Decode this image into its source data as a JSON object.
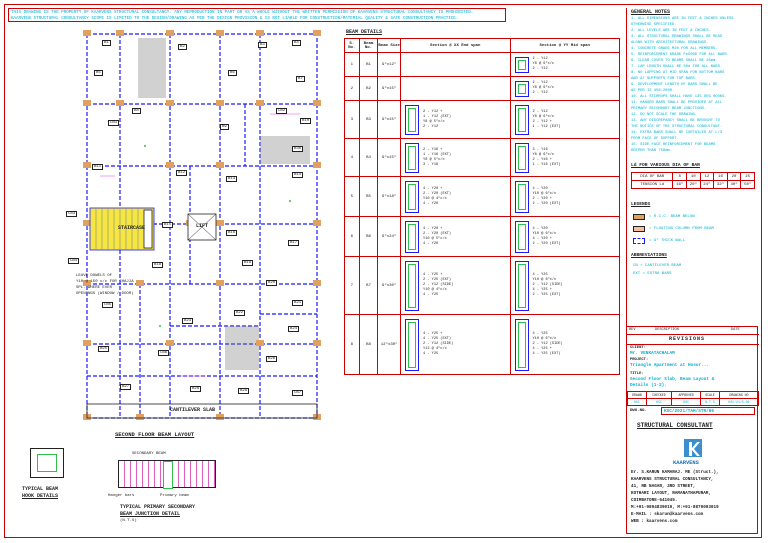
{
  "header": {
    "disclaimer_line1": "THIS DRAWING IS THE PROPERTY OF KAARVENS STRUCTURAL CONSULTANCY. ANY REPRODUCTION IN PART OR AS A WHOLE WITHOUT THE WRITTEN PERMISSION OF KAARVENS STRUCTURAL CONSULTANCY IS PROHIBITED.",
    "disclaimer_line2": "KAARVENS STRUCTURAL CONSULTANCY SCOPE IS LIMITED TO THE DESIGN/DRAWING AS PER THE DESIGN PROVISION & IS NOT LIABLE FOR CONSTRUCTION/MATERIAL QUALITY & SAFE CONSTRUCTION PRACTICE."
  },
  "plan": {
    "title": "SECOND FLOOR BEAM LAYOUT",
    "staircase": "STAIRCASE",
    "lift": "LIFT",
    "cantilever": "CANTILEVER SLAB",
    "note": [
      "LEAVE DOWELS OF",
      "Y10 @ 150 c/c FOR CHAJJA",
      "SPL. WHERE EVER",
      "OPENINGS (WINDOW / DOOR)"
    ],
    "beam_tags": [
      "B1",
      "B2",
      "B3",
      "B4",
      "B5",
      "B6",
      "B7",
      "B8",
      "CB1",
      "B9",
      "CB2",
      "B10",
      "B11",
      "B12",
      "B13",
      "B14",
      "CB3",
      "B15",
      "B16",
      "B17",
      "CB4",
      "B18",
      "B19",
      "B20",
      "B21",
      "CB5",
      "B22",
      "B23",
      "B24",
      "B25",
      "CB6",
      "B26",
      "B27",
      "B28",
      "CB7",
      "B29",
      "B30"
    ]
  },
  "details": {
    "hook_title": [
      "TYPICAL BEAM",
      "HOOK DETAILS"
    ],
    "junction_title": [
      "TYPICAL PRIMARY SECONDARY",
      "BEAM JUNCTION DETAIL"
    ],
    "junction_scale": "(N.T.S)",
    "secondary_beam": "SECONDARY BEAM",
    "hanger_bars": "Hanger bars",
    "primary_beam": "Primary beam"
  },
  "beam_details": {
    "title": "BEAM DETAILS",
    "headers": {
      "sno": "S. No.",
      "mark": "Beam No.",
      "size": "Beam Size",
      "section_a": "Section @ XX End span",
      "section_b": "Section @ YY Mid span"
    },
    "rows": [
      {
        "no": "1",
        "mark": "B1",
        "size": "9\"x12\"",
        "a": [],
        "b": [
          "2 - Y12",
          "Y8 @ 6\"c/c",
          "2 - Y12"
        ]
      },
      {
        "no": "2",
        "mark": "B2",
        "size": "9\"x15\"",
        "a": [],
        "b": [
          "2 - Y12",
          "Y8 @ 6\"c/c",
          "2 - Y12"
        ]
      },
      {
        "no": "3",
        "mark": "B3",
        "size": "9\"x15\"",
        "a": [
          "2 - Y12 +",
          "1 - Y12 (EXT)",
          "Y8 @ 5\"c/c",
          "2 - Y12"
        ],
        "b": [
          "2 - Y12",
          "Y8 @ 6\"c/c",
          "2 - Y12 +",
          "1 - Y12 (EXT)"
        ]
      },
      {
        "no": "4",
        "mark": "B4",
        "size": "9\"x15\"",
        "a": [
          "2 - Y16 +",
          "1 - Y16 (EXT)",
          "Y8 @ 5\"c/c",
          "3 - Y16"
        ],
        "b": [
          "3 - Y16",
          "Y8 @ 6\"c/c",
          "2 - Y16 +",
          "1 - Y16 (EXT)"
        ]
      },
      {
        "no": "5",
        "mark": "B5",
        "size": "9\"x18\"",
        "a": [
          "4 - Y20 +",
          "2 - Y20 (EXT)",
          "Y10 @ 4\"c/c",
          "4 - Y20"
        ],
        "b": [
          "4 - Y20",
          "Y10 @ 6\"c/c",
          "2 - Y20 +",
          "2 - Y20 (EXT)"
        ]
      },
      {
        "no": "6",
        "mark": "B6",
        "size": "9\"x24\"",
        "a": [
          "4 - Y20 +",
          "2 - Y20 (EXT)",
          "Y10 @ 5\"c/c",
          "4 - Y20"
        ],
        "b": [
          "4 - Y20",
          "Y10 @ 6\"c/c",
          "4 - Y20 +",
          "2 - Y20 (EXT)"
        ]
      },
      {
        "no": "7",
        "mark": "B7",
        "size": "9\"x30\"",
        "a": [
          "4 - Y25 +",
          "2 - Y25 (EXT)",
          "2 - Y12 (SIDE)",
          "Y10 @ 4\"c/c",
          "4 - Y25"
        ],
        "b": [
          "4 - Y25",
          "Y10 @ 6\"c/c",
          "2 - Y12 (SIDE)",
          "4 - Y25 +",
          "2 - Y25 (EXT)"
        ]
      },
      {
        "no": "8",
        "mark": "B8",
        "size": "12\"x30\"",
        "a": [
          "4 - Y25 +",
          "4 - Y25 (EXT)",
          "2 - Y12 (SIDE)",
          "Y12 @ 4\"c/c",
          "4 - Y25"
        ],
        "b": [
          "4 - Y25",
          "Y10 @ 6\"c/c",
          "2 - Y12 (SIDE)",
          "4 - Y25 +",
          "4 - Y25 (EXT)"
        ]
      }
    ]
  },
  "notes": {
    "title": "GENERAL NOTES",
    "lines": [
      "1. ALL DIMENSIONS ARE IN FEET & INCHES UNLESS",
      "   OTHERWISE SPECIFIED.",
      "2. ALL LEVELS ARE IN FEET & INCHES.",
      "3. ALL STRUCTURAL DRAWINGS SHALL BE READ",
      "   ALONG WITH ARCHITECTURAL DRAWINGS.",
      "4. CONCRETE GRADE M20 FOR ALL MEMBERS.",
      "5. REINFORCEMENT GRADE Fe500D FOR ALL BARS.",
      "6. CLEAR COVER TO BEAMS SHALL BE 25mm.",
      "7. LAP LENGTH SHALL BE 50d FOR ALL BARS.",
      "8. NO LAPPING AT MID SPAN FOR BOTTOM BARS",
      "   AND AT SUPPORTS FOR TOP BARS.",
      "9. DEVELOPMENT LENGTH OF BARS SHALL BE",
      "   AS PER IS 456:2000.",
      "10. ALL STIRRUPS SHALL HAVE 135 DEG HOOKS.",
      "11. HANGER BARS SHALL BE PROVIDED AT ALL",
      "    PRIMARY SECONDARY BEAM JUNCTIONS.",
      "12. DO NOT SCALE THE DRAWING.",
      "13. ANY DISCREPANCY SHALL BE BROUGHT TO",
      "    THE NOTICE OF THE STRUCTURAL CONSULTANT.",
      "14. EXTRA BARS SHALL BE CURTAILED AT L/3",
      "    FROM FACE OF SUPPORT.",
      "15. SIDE FACE REINFORCEMENT FOR BEAMS",
      "    DEEPER THAN 750mm."
    ],
    "ld_title": "Ld FOR VARIOUS DIA OF BAR",
    "ld_headers": [
      "DIA OF BAR",
      "8",
      "10",
      "12",
      "16",
      "20",
      "25"
    ],
    "ld_values": [
      "TENSION Ld",
      "16\"",
      "20\"",
      "24\"",
      "32\"",
      "40\"",
      "50\""
    ],
    "legend_title": "LEGENDS",
    "legend": [
      "= R.C.C. BEAM BELOW",
      "= FLOATING COLUMN FROM BEAM",
      "= 9\" THICK WALL"
    ],
    "abbr_title": "ABBREVIATIONS",
    "abbr": [
      "CB    = CANTILEVER BEAM",
      "EXT   = EXTRA BARS"
    ]
  },
  "title_block": {
    "rev_headers": [
      "REV",
      "DESCRIPTION",
      "DATE"
    ],
    "revisions": "REVISIONS",
    "client_label": "CLIENT:",
    "client": "Mr. VENKATACHALAM",
    "project_label": "PROJECT:",
    "project": "Triangle Apartment at Hosur...",
    "title_label": "TITLE:",
    "title": [
      "Second Floor Slab, Beam Layout &",
      "Details (1-2)."
    ],
    "meta_headers": [
      "DRAWN",
      "CHECKED",
      "APPROVED",
      "SCALE",
      "DRAWING NO"
    ],
    "meta_values": [
      "KSC",
      "KSC",
      "KSC",
      "N.T.S",
      "KSC/21/S-06"
    ],
    "drg_label": "DWG.NO.",
    "drg_no": "KSC/2021/TAH/STR/06",
    "consultant": "STRUCTURAL CONSULTANT",
    "brand": "KAARVENS",
    "address": [
      "Er. S.KARUN KAMARAJ. ME (Struct.),",
      "KAARVENS STRUCTURAL CONSULTANCY,",
      "41, RB NAGAR, 3RD STREET,",
      "KOTHARI LAYOUT, RAMANATHAPURAM,",
      "COIMBATORE-641045.",
      "M:+91-9894839019, M:+91-8870003019",
      "E-MAIL : skarun@kaarvens.com",
      "WEB : kaarvens.com"
    ]
  },
  "colors": {
    "frame": "#cc0000",
    "beam": "#1a1aff",
    "text_cyan": "#00b0d0",
    "stair": "#f5e642",
    "column": "#e0a060"
  }
}
